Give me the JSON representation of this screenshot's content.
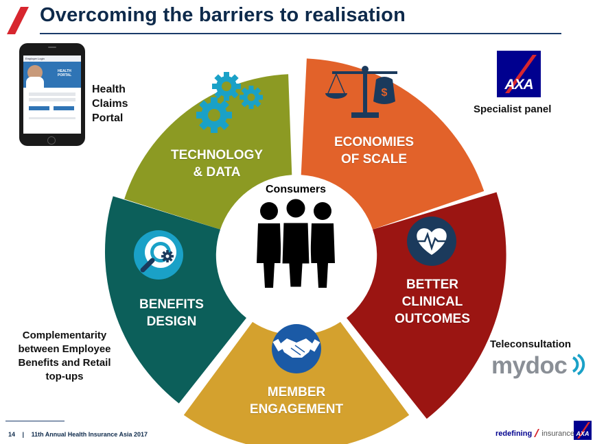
{
  "title": "Overcoming the barriers to realisation",
  "center": {
    "label": "Consumers"
  },
  "segments": {
    "technology": {
      "line1": "TECHNOLOGY",
      "line2": "& DATA"
    },
    "economies": {
      "line1": "ECONOMIES",
      "line2": "OF SCALE"
    },
    "clinical": {
      "line1": "BETTER",
      "line2": "CLINICAL",
      "line3": "OUTCOMES"
    },
    "member": {
      "line1": "MEMBER",
      "line2": "ENGAGEMENT"
    },
    "benefits": {
      "line1": "BENEFITS",
      "line2": "DESIGN"
    }
  },
  "callouts": {
    "portal": {
      "line1": "Health",
      "line2": "Claims",
      "line3": "Portal"
    },
    "panel": {
      "label": "Specialist panel",
      "logo_text": "AXA"
    },
    "complementarity": {
      "line1": "Complementarity",
      "line2": "between Employee",
      "line3": "Benefits and Retail",
      "line4": "top-ups"
    },
    "tele": {
      "label": "Teleconsultation",
      "logo_text": "mydoc"
    }
  },
  "phone": {
    "portal_text": "HEALTH PORTAL",
    "header_text": "Employer Login"
  },
  "footer": {
    "page": "14",
    "separator": "|",
    "event": "11th Annual Health Insurance Asia 2017",
    "brand_bold": "redefining",
    "brand_rest": "insurance",
    "logo_text": "AXA"
  },
  "colors": {
    "technology": "#8c9a23",
    "economies": "#e2622a",
    "clinical": "#9b1512",
    "member": "#d4a12e",
    "benefits": "#0c5f5a",
    "title": "#0e2a4b",
    "accent_red": "#d7262e",
    "axa_blue": "#00008f"
  },
  "icons": [
    "gears-icon",
    "scales-icon",
    "heart-icon",
    "handshake-icon",
    "search-gear-icon",
    "people-icon"
  ]
}
